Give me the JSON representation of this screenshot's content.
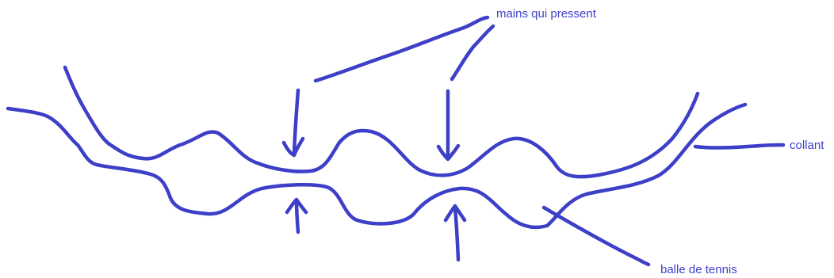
{
  "labels": {
    "hands": "mains qui pressent",
    "tights": "collant",
    "tennis_ball": "balle de tennis"
  },
  "colors": {
    "ink": "#3d3fc8",
    "background": "#ffffff"
  }
}
